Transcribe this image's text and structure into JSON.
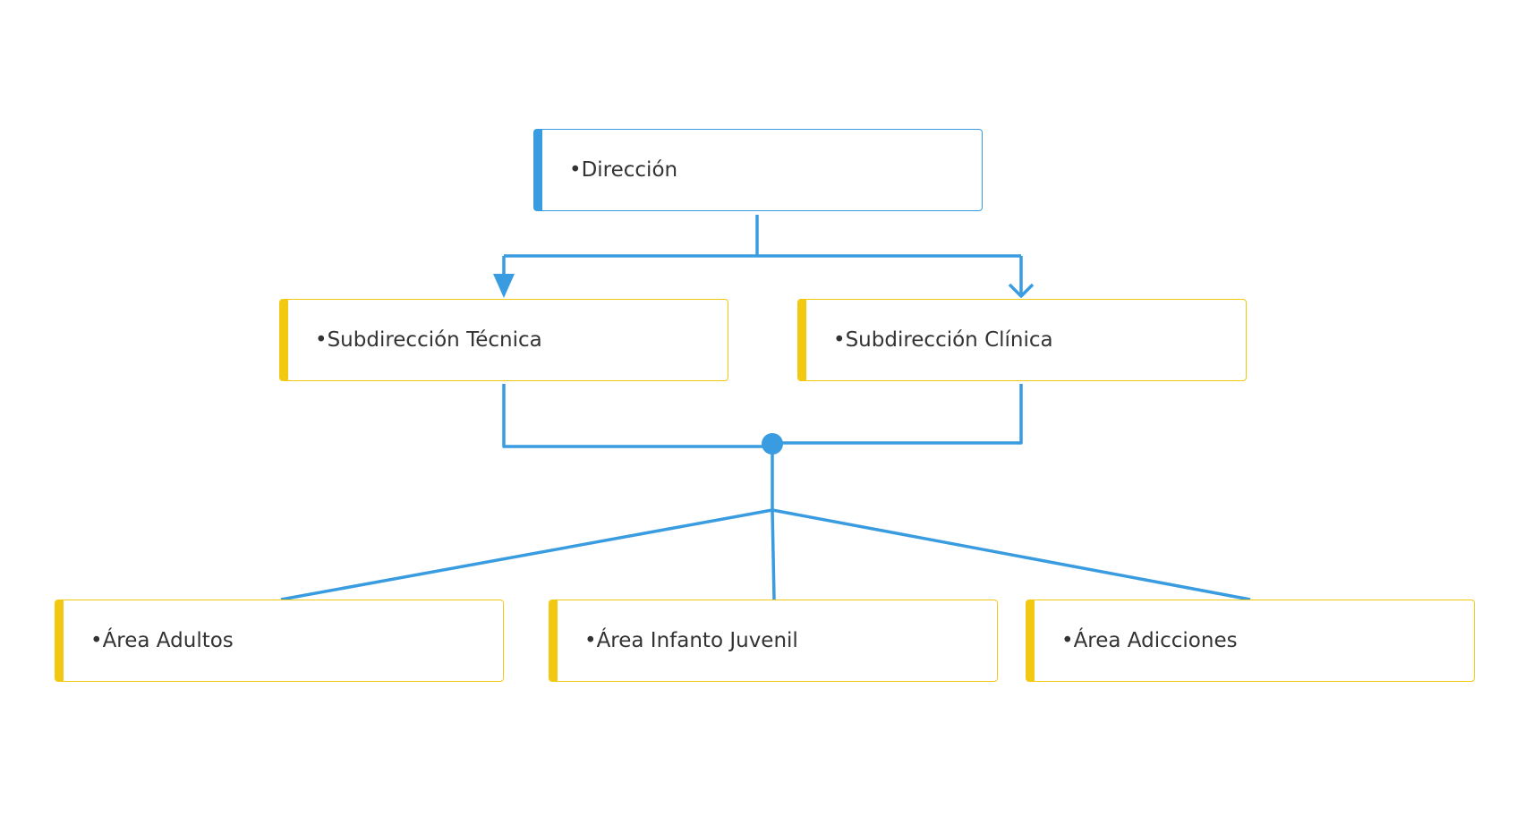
{
  "colors": {
    "connector": "#3a9ce0",
    "accent_top": "#3a9ce0",
    "accent_other": "#f2c811",
    "text": "#333333",
    "background": "#ffffff"
  },
  "nodes": {
    "direccion": "•Dirección",
    "subdireccion_tecnica": "•Subdirección Técnica",
    "subdireccion_clinica": "•Subdirección Clínica",
    "area_adultos": "•Área Adultos",
    "area_infanto_juvenil": "•Área Infanto Juvenil",
    "area_adicciones": "•Área Adicciones"
  }
}
